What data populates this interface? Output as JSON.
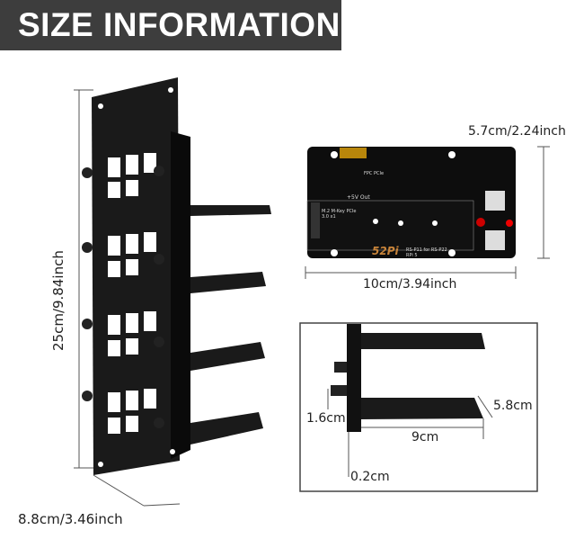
{
  "banner": {
    "title": "SIZE INFORMATION"
  },
  "dimensions": {
    "height": "25cm/9.84inch",
    "depth": "8.8cm/3.46inch",
    "board_length": "10cm/3.94inch",
    "board_width": "5.7cm/2.24inch",
    "shelf_width": "9cm",
    "shelf_depth": "5.8cm",
    "gap": "1.6cm",
    "thickness": "0.2cm"
  },
  "board": {
    "brand": "52Pi",
    "power_label": "+5V Out",
    "slot_label": "M.2 M-Key PCIe 3.0 x1",
    "fpc_label": "FPC PCIe",
    "model": "RS-P11 for RS-P22 RPi 5"
  },
  "colors": {
    "banner": "#3d3d3d",
    "metal": "#111111",
    "line": "#555555"
  }
}
